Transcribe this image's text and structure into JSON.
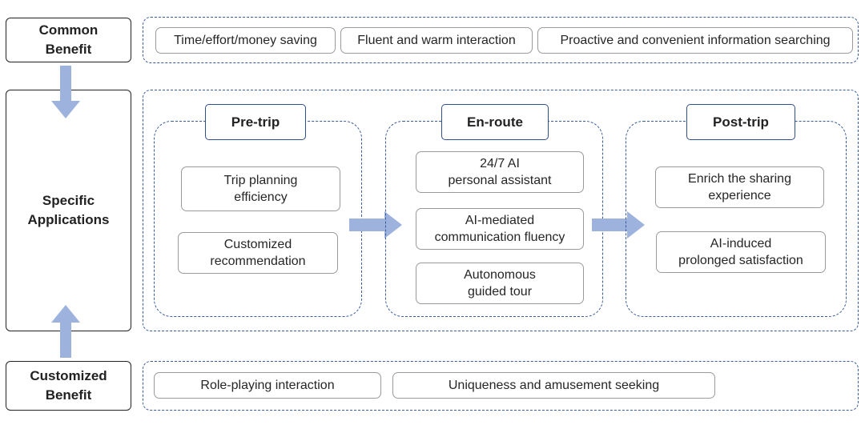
{
  "labels": {
    "common": "Common\nBenefit",
    "specific": "Specific\nApplications",
    "customized": "Customized\nBenefit"
  },
  "common_benefits": [
    "Time/effort/money saving",
    "Fluent and warm interaction",
    "Proactive and convenient information searching"
  ],
  "phases": [
    {
      "title": "Pre-trip",
      "items": [
        "Trip planning\nefficiency",
        "Customized\nrecommendation"
      ]
    },
    {
      "title": "En-route",
      "items": [
        "24/7 AI\npersonal assistant",
        "AI-mediated\ncommunication fluency",
        "Autonomous\nguided tour"
      ]
    },
    {
      "title": "Post-trip",
      "items": [
        "Enrich the sharing\nexperience",
        "AI-induced\nprolonged satisfaction"
      ]
    }
  ],
  "customized_benefits": [
    "Role-playing interaction",
    "Uniqueness and amusement seeking"
  ],
  "colors": {
    "arrow": "#9db3de",
    "dashed_border": "#3a5b9a",
    "title_border": "#2e4f8c"
  }
}
